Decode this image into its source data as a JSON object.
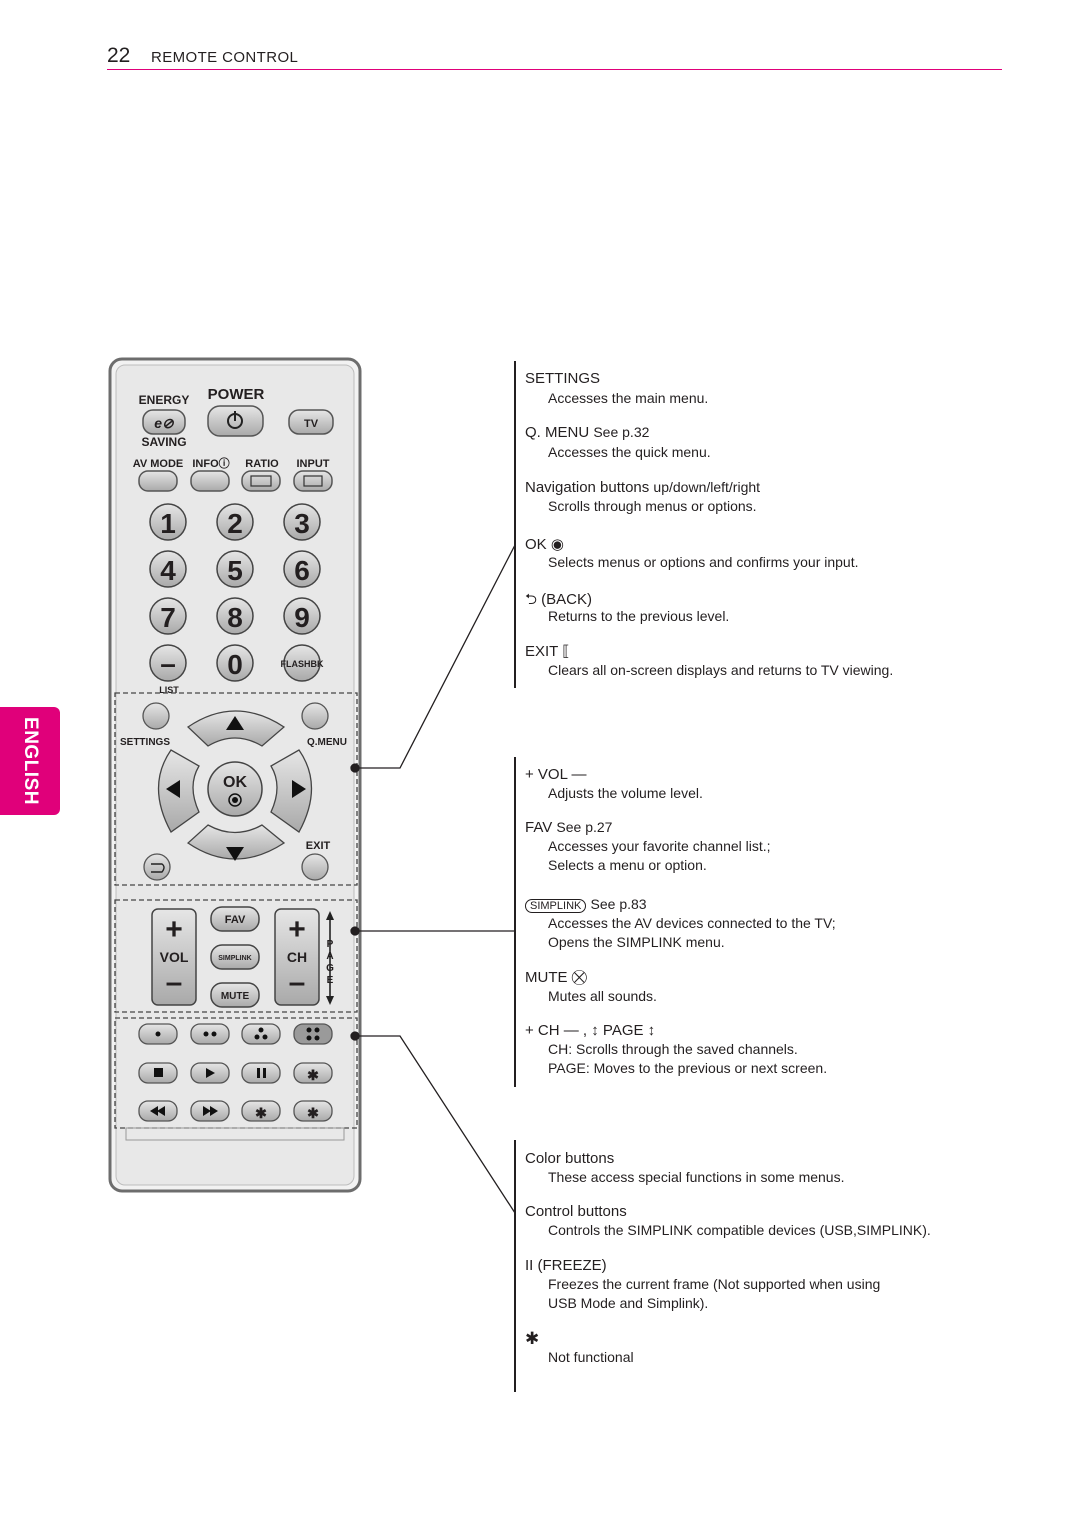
{
  "header": {
    "page_number": "22",
    "section": "REMOTE CONTROL"
  },
  "side_tab": {
    "language": "ENGLISH"
  },
  "remote": {
    "energy": "ENERGY",
    "saving": "SAVING",
    "power": "POWER",
    "tv": "TV",
    "av_mode": "AV MODE",
    "info": "INFOⓘ",
    "ratio": "RATIO",
    "input": "INPUT",
    "digits": [
      "1",
      "2",
      "3",
      "4",
      "5",
      "6",
      "7",
      "8",
      "9",
      "–",
      "0"
    ],
    "flashbk": "FLASHBK",
    "list": "LIST",
    "settings": "SETTINGS",
    "qmenu": "Q.MENU",
    "ok": "OK",
    "exit": "EXIT",
    "fav": "FAV",
    "vol": "VOL",
    "ch": "CH",
    "page_letters": [
      "P",
      "A",
      "G",
      "E"
    ],
    "simplink": "SIMPLINK",
    "mute": "MUTE"
  },
  "group1": [
    {
      "title": "SETTINGS",
      "ref": "",
      "lines": [
        "Accesses the main menu."
      ]
    },
    {
      "title": "Q. MENU",
      "ref": "See p.32",
      "lines": [
        "Accesses the quick menu."
      ]
    },
    {
      "title": "Navigation buttons",
      "ref": "up/down/left/right",
      "lines": [
        "Scrolls through menus or options."
      ]
    },
    {
      "title": "OK ◉",
      "ref": "",
      "lines": [
        "Selects menus or options and confirms your input."
      ]
    },
    {
      "title": "⮌ (BACK)",
      "ref": "",
      "lines": [
        "Returns to the previous level."
      ]
    },
    {
      "title": "EXIT ⟦",
      "ref": "",
      "lines": [
        "Clears all on-screen displays and returns to TV viewing."
      ]
    }
  ],
  "group2": [
    {
      "title": "+ VOL —",
      "ref": "",
      "lines": [
        "Adjusts the volume level."
      ]
    },
    {
      "title": "FAV",
      "ref": "See p.27",
      "lines": [
        "Accesses your favorite channel list.;",
        "Selects a menu or option."
      ]
    },
    {
      "title": "SIMPLINK",
      "ref": "See p.83",
      "lines": [
        "Accesses the AV devices connected to the TV;",
        "Opens the SIMPLINK menu."
      ]
    },
    {
      "title": "MUTE ⛒",
      "ref": "",
      "lines": [
        "Mutes all sounds."
      ]
    },
    {
      "title": "+ CH — , ↕ PAGE ↕",
      "ref": "",
      "lines": [
        "CH: Scrolls through the saved channels.",
        "PAGE: Moves to the previous or next screen."
      ]
    }
  ],
  "group3": [
    {
      "title": "Color buttons",
      "ref": "",
      "lines": [
        "These access special functions in some menus."
      ]
    },
    {
      "title": "Control buttons",
      "ref": "",
      "lines": [
        "Controls the SIMPLINK compatible devices (USB,SIMPLINK)."
      ]
    },
    {
      "title": "II (FREEZE)",
      "ref": "",
      "lines": [
        "Freezes the current frame (Not supported when using",
        "USB Mode and Simplink)."
      ]
    },
    {
      "title": "✱",
      "ref": "",
      "lines": [
        "Not functional"
      ]
    }
  ]
}
